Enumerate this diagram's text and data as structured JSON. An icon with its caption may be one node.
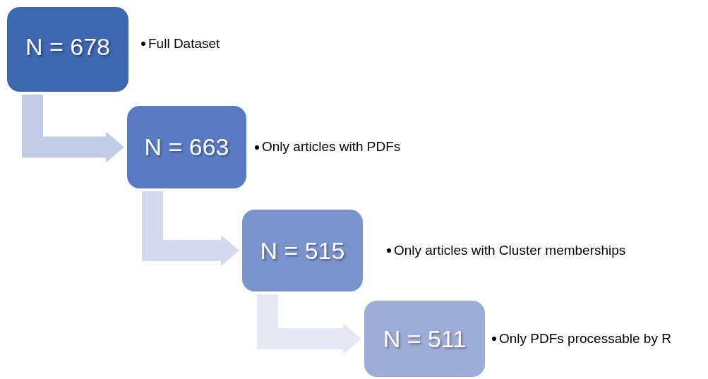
{
  "diagram": {
    "nodes": [
      {
        "text": [
          "N = 678"
        ],
        "beside": [
          "Full Dataset"
        ]
      },
      {
        "text": [
          "N = 663"
        ],
        "beside": [
          "Only articles with PDFs"
        ]
      },
      {
        "text": [
          "N = 515"
        ],
        "beside": [
          "Only articles with Cluster memberships"
        ]
      },
      {
        "text": [
          "N = 511"
        ],
        "beside": [
          "Only PDFs processable by R"
        ]
      }
    ],
    "edges": [
      {
        "from": 0,
        "to": 1,
        "arrow": "to",
        "color": "#c3cce6"
      },
      {
        "from": 1,
        "to": 2,
        "arrow": "to",
        "color": "#d4daed"
      },
      {
        "from": 2,
        "to": 3,
        "arrow": "to",
        "color": "#e6e9f4"
      }
    ]
  }
}
